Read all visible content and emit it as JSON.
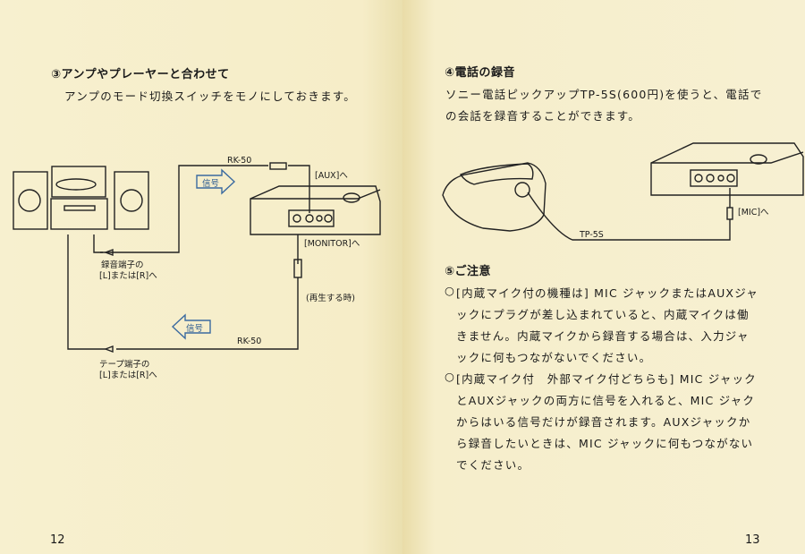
{
  "left_page": {
    "heading": "③アンプやプレーヤーと合わせて",
    "body": "アンプのモード切換スイッチをモノにしておきます。",
    "diagram": {
      "cable_top": "RK-50",
      "cable_bottom": "RK-50",
      "signal_right": "信号",
      "signal_left": "信号",
      "aux_label": "[AUX]へ",
      "monitor_label": "[MONITOR]へ",
      "playback_note": "(再生する時)",
      "rec_terminal_1": "録音端子の",
      "rec_terminal_2": "[L]または[R]へ",
      "tape_terminal_1": "テープ端子の",
      "tape_terminal_2": "[L]または[R]へ"
    },
    "page_number": "12"
  },
  "right_page": {
    "heading": "④電話の録音",
    "body_lines": [
      "ソニー電話ピックアップTP-5S(600円)を使うと、電話で",
      "の会話を録音することができます。"
    ],
    "diagram": {
      "cable": "TP-5S",
      "mic_label": "[MIC]へ"
    },
    "notes_heading": "⑤ご注意",
    "notes": [
      {
        "bullet": "○",
        "lines": [
          "[内蔵マイク付の機種は] MIC ジャックまたはAUXジャ",
          "ックにプラグが差し込まれていると、内蔵マイクは働",
          "きません。内蔵マイクから録音する場合は、入力ジャ",
          "ックに何もつながないでください。"
        ]
      },
      {
        "bullet": "○",
        "lines": [
          "[内蔵マイク付　外部マイク付どちらも] MIC ジャック",
          "とAUXジャックの両方に信号を入れると、MIC ジャク",
          "からはいる信号だけが録音されます。AUXジャックか",
          "ら録音したいときは、MIC ジャックに何もつながない",
          "でください。"
        ]
      }
    ],
    "page_number": "13"
  }
}
